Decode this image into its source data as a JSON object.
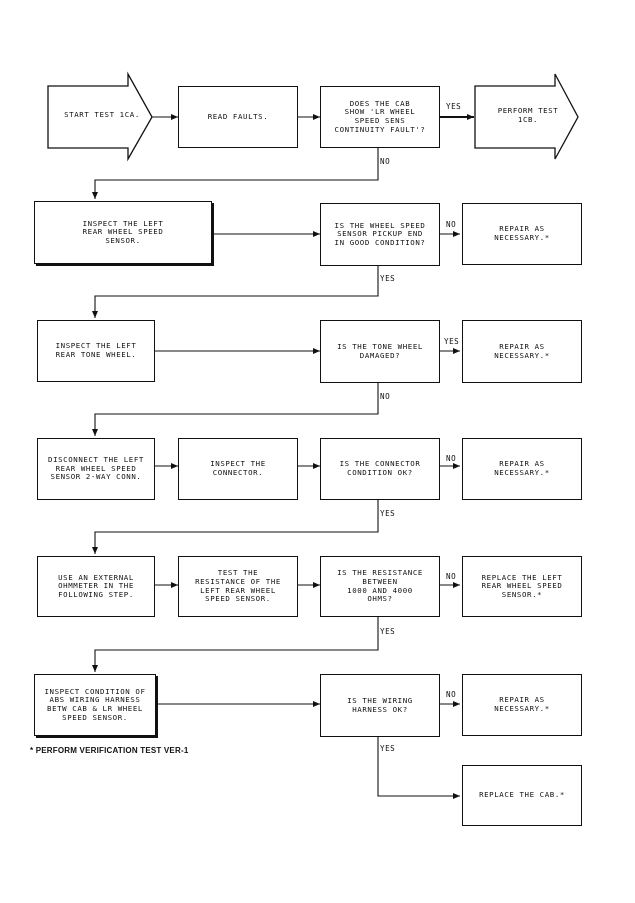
{
  "start": "START TEST 1CA.",
  "perform": "PERFORM TEST\n1CB.",
  "read_faults": "READ FAULTS.",
  "q_cab": "DOES THE CAB\nSHOW 'LR WHEEL\nSPEED SENS\nCONTINUITY FAULT'?",
  "inspect_sensor": "INSPECT THE LEFT\nREAR WHEEL SPEED\nSENSOR.",
  "q_pickup": "IS THE WHEEL SPEED\nSENSOR PICKUP END\nIN GOOD CONDITION?",
  "repair_1": "REPAIR AS\nNECESSARY.*",
  "inspect_tone": "INSPECT THE LEFT\nREAR TONE WHEEL.",
  "q_tone": "IS THE TONE WHEEL\nDAMAGED?",
  "repair_2": "REPAIR AS\nNECESSARY.*",
  "disconnect": "DISCONNECT THE LEFT\nREAR WHEEL SPEED\nSENSOR 2-WAY CONN.",
  "inspect_connector": "INSPECT THE\nCONNECTOR.",
  "q_connector": "IS THE CONNECTOR\nCONDITION OK?",
  "repair_3": "REPAIR AS\nNECESSARY.*",
  "use_ohmmeter": "USE AN EXTERNAL\nOHMMETER IN THE\nFOLLOWING STEP.",
  "test_resistance": "TEST THE\nRESISTANCE OF THE\nLEFT REAR WHEEL\nSPEED SENSOR.",
  "q_resistance": "IS THE RESISTANCE\nBETWEEN\n1000 AND 4000\nOHMS?",
  "replace_sensor": "REPLACE THE LEFT\nREAR WHEEL SPEED\nSENSOR.*",
  "inspect_harness": "INSPECT CONDITION OF\nABS WIRING HARNESS\nBETW CAB & LR WHEEL\nSPEED SENSOR.",
  "q_harness": "IS THE WIRING\nHARNESS OK?",
  "repair_4": "REPAIR AS\nNECESSARY.*",
  "replace_cab": "REPLACE THE CAB.*",
  "labels": {
    "yes": "YES",
    "no": "NO"
  },
  "footnote": "* PERFORM VERIFICATION TEST VER-1"
}
